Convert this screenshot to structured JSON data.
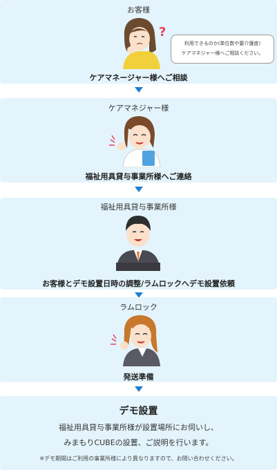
{
  "steps": [
    {
      "title": "お客様",
      "caption": "ケアマネージャー様へご相談"
    },
    {
      "title": "ケアマネジャー様",
      "caption": "福祉用具貸与事業所様へご連絡"
    },
    {
      "title": "福祉用具貸与事業所様",
      "caption": "お客様とデモ設置日時の調整/ラムロックへデモ設置依頼"
    },
    {
      "title": "ラムロック",
      "caption": "発送準備"
    }
  ],
  "bubble": {
    "line1": "利用できるのか(単位数や要介護度)",
    "line2": "ケアマネジャー様へご相談ください。"
  },
  "final": {
    "title": "デモ設置",
    "line1": "福祉用具貸与事業所様が設置場所にお伺いし、",
    "line2": "みまもりCUBEの設置、ご説明を行います。",
    "note": "※デモ期間はご利用の事業所様により異なりますので、お問い合わせください。"
  },
  "colors": {
    "panel": "#e3f4fc",
    "arrow": "#1f7fd0"
  }
}
